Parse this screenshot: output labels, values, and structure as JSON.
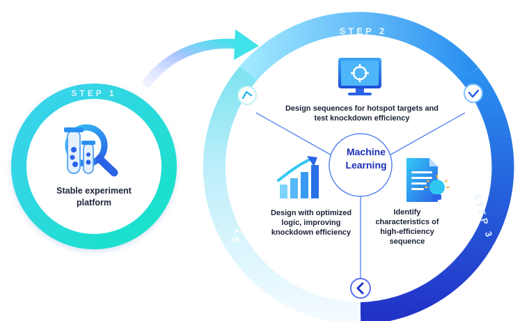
{
  "colors": {
    "cyan": "#2fd6e6",
    "teal": "#1de2c9",
    "blue": "#2a8ff0",
    "deep_blue": "#2233c8",
    "hub_text": "#1b2fb5",
    "text": "#1a2236"
  },
  "diagram": {
    "step1": {
      "label": "STEP 1",
      "text": "Stable experiment platform",
      "icon": "test-tube-magnifier-icon"
    },
    "hub": {
      "text": "Machine Learning"
    },
    "step2": {
      "label": "STEP 2",
      "text": "Design sequences for hotspot targets and test knockdown efficiency",
      "icon": "monitor-target-icon"
    },
    "step3": {
      "label": "STEP 3",
      "text": "Identify characteristics of high-efficiency sequence",
      "icon": "document-lightbulb-icon"
    },
    "step4": {
      "label": "STEP 4",
      "text": "Design with optimized logic, improving knockdown efficiency",
      "icon": "bar-chart-arrow-icon"
    }
  }
}
